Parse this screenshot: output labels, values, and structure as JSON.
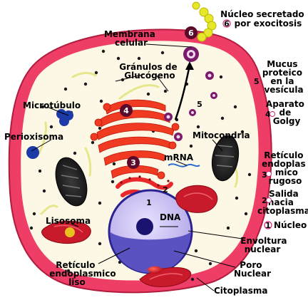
{
  "labels": {
    "membrana": [
      "Membrana",
      "celular"
    ],
    "nucleo_secretado": [
      "Núcleo secretado",
      "por exocitosis"
    ],
    "granulos": [
      "Gránulos de",
      "Glucógeno"
    ],
    "mucus": [
      "Mucus",
      "proteico",
      "en la",
      "vesícula"
    ],
    "microtubulo": "Microtúbulo",
    "aparato": [
      "Aparato",
      "de",
      "Golgy"
    ],
    "perioxisoma": "Perioxisoma",
    "mitocondria": "Mitocondria",
    "mrna": "mRNA",
    "reticulo_rugoso": [
      "Retículo",
      "endoplas",
      "mico",
      "rugoso"
    ],
    "salida": [
      "Salida",
      "hacia",
      "citoplasma"
    ],
    "nucleo": "Núcleo",
    "dna": "DNA",
    "lisosoma": "Lisosoma",
    "envoltura": [
      "Envoltura",
      "nuclear"
    ],
    "reticulo_liso": [
      "Retículo",
      "endoplasmico",
      "liso"
    ],
    "poro": [
      "Poro",
      "Nuclear"
    ],
    "citoplasma": "Citoplasma"
  },
  "numbers": {
    "n1": "1",
    "n2": "2",
    "n3": "3",
    "n4": "4",
    "n5": "5",
    "n6": "6"
  },
  "colors": {
    "membrane": "#f0486a",
    "cytoplasm": "#fdf8e6",
    "golgi": "#f2402a",
    "mitochondria": "#2a2a2a",
    "nucleus": "#c8c0f0",
    "nucleolus": "#2a2290",
    "lysosome": "#d81c30",
    "peroxisome": "#1a3aa0",
    "vesicle": "#7a1a6a",
    "secretion": "#e8e830"
  }
}
